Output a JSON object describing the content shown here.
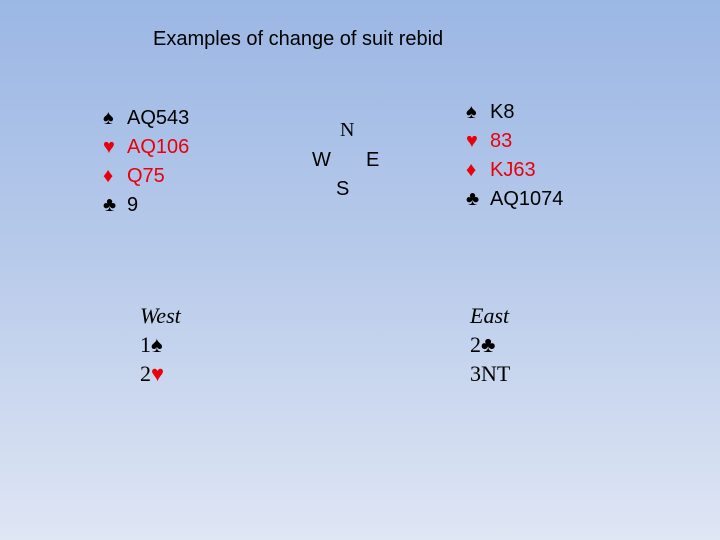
{
  "title": "Examples of change of suit rebid",
  "west_hand": [
    {
      "suit": "♠",
      "cards": "AQ543",
      "color": "#000000"
    },
    {
      "suit": "♥",
      "cards": "AQ106",
      "color": "#e8000b"
    },
    {
      "suit": "♦",
      "cards": "Q75",
      "color": "#e8000b"
    },
    {
      "suit": "♣",
      "cards": "9",
      "color": "#000000"
    }
  ],
  "east_hand": [
    {
      "suit": "♠",
      "cards": "K8",
      "color": "#000000"
    },
    {
      "suit": "♥",
      "cards": "83",
      "color": "#e8000b"
    },
    {
      "suit": "♦",
      "cards": "KJ63",
      "color": "#e8000b"
    },
    {
      "suit": "♣",
      "cards": "AQ1074",
      "color": "#000000"
    }
  ],
  "compass": {
    "n": "N",
    "w": "W",
    "e": "E",
    "s": "S"
  },
  "west_bidding": {
    "header": "West",
    "bids": [
      {
        "level": "1",
        "suit": "♠",
        "color": "#000000"
      },
      {
        "level": "2",
        "suit": "♥",
        "color": "#e8000b"
      }
    ]
  },
  "east_bidding": {
    "header": "East",
    "bids": [
      {
        "level": "2",
        "suit": "♣",
        "color": "#000000"
      },
      {
        "level": "3NT",
        "suit": "",
        "color": "#000000"
      }
    ]
  }
}
